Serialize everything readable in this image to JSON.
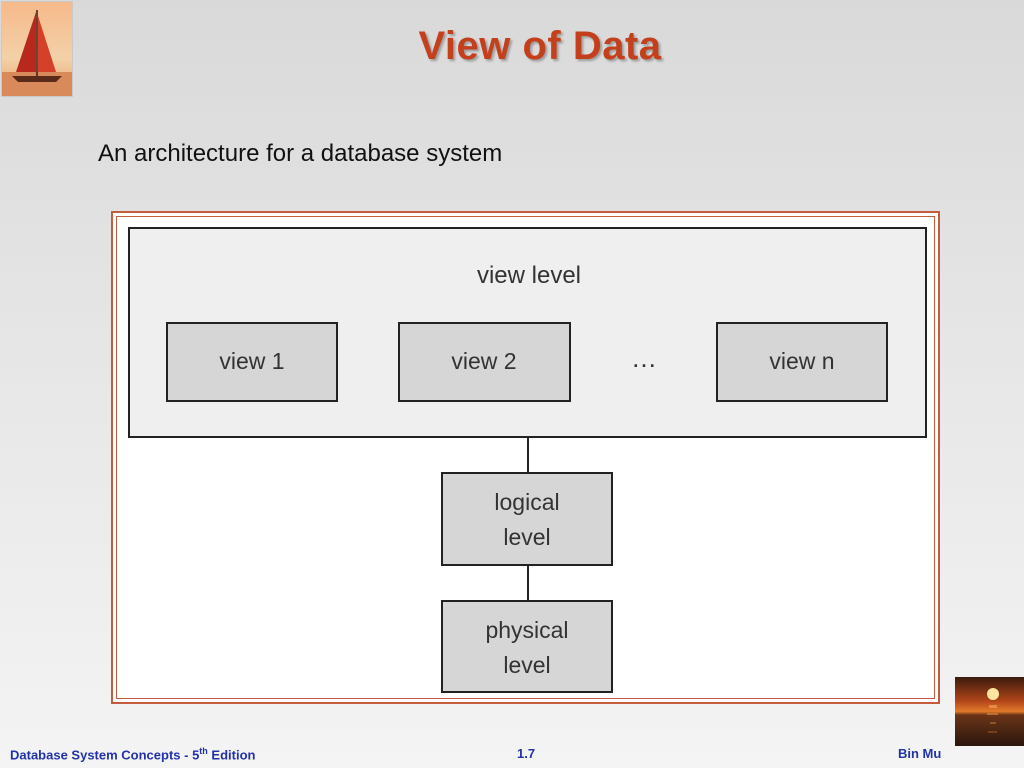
{
  "slide": {
    "title": "View of Data",
    "subtitle": "An architecture for a database system"
  },
  "diagram": {
    "view_level_label": "view level",
    "views": [
      "view 1",
      "view 2",
      "view n"
    ],
    "ellipsis": "…",
    "logical_level": [
      "logical",
      "level"
    ],
    "physical_level": [
      "physical",
      "level"
    ],
    "colors": {
      "box_fill": "#d6d6d6",
      "container_fill": "#efefef",
      "frame_border": "#c45b3c",
      "stroke": "#222222"
    }
  },
  "footer": {
    "left_prefix": "Database System Concepts - 5",
    "left_sup": "th",
    "left_suffix": " Edition",
    "center": "1.7",
    "right": "Bin Mu"
  },
  "images": {
    "logo": "sailboat-logo",
    "corner": "sunset-over-sea-image"
  }
}
